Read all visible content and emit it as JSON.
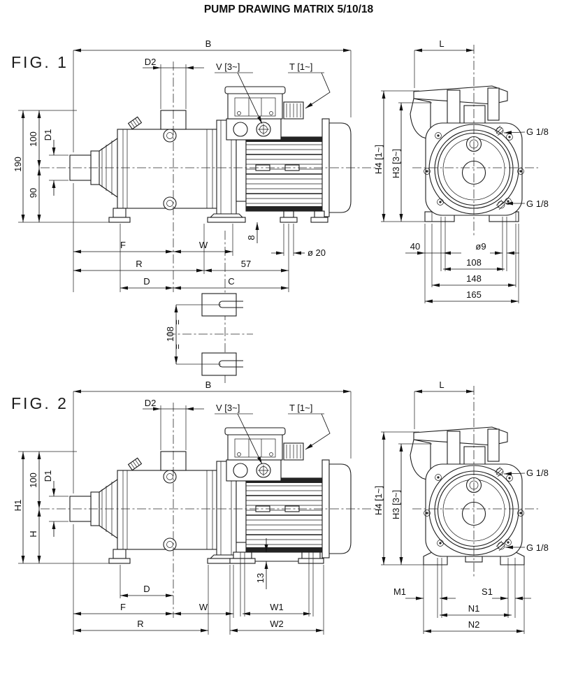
{
  "title": "PUMP DRAWING MATRIX 5/10/18",
  "colors": {
    "line": "#1b1b1b",
    "background": "#ffffff"
  },
  "fig1": {
    "name": "FIG. 1",
    "labels": {
      "b": "B",
      "d2": "D2",
      "v": "V [3~]",
      "t": "T [1~]",
      "l": "L",
      "h190": "190",
      "h100": "100",
      "h90": "90",
      "d1": "D1",
      "f": "F",
      "w": "W",
      "r": "R",
      "n57": "57",
      "d": "D",
      "c": "C",
      "n8": "8",
      "dia20": "ø 20",
      "h4": "H4 [1~]",
      "h3": "H3 [3~]",
      "g18_top": "G 1/8",
      "g18_bot": "G 1/8",
      "n40": "40",
      "dia9": "ø9",
      "n108": "108",
      "n148": "148",
      "n165": "165"
    },
    "clamp": {
      "n108": "108",
      "eq1": "=",
      "eq2": "="
    }
  },
  "fig2": {
    "name": "FIG. 2",
    "labels": {
      "b": "B",
      "d2": "D2",
      "v": "V [3~]",
      "t": "T [1~]",
      "l": "L",
      "h1": "H1",
      "h100": "100",
      "h": "H",
      "d1": "D1",
      "d": "D",
      "f": "F",
      "w": "W",
      "r": "R",
      "w1": "W1",
      "w2": "W2",
      "n13": "13",
      "h4": "H4 [1~]",
      "h3": "H3 [3~]",
      "g18_top": "G 1/8",
      "g18_bot": "G 1/8",
      "m1": "M1",
      "s1": "S1",
      "n1": "N1",
      "n2": "N2"
    }
  }
}
